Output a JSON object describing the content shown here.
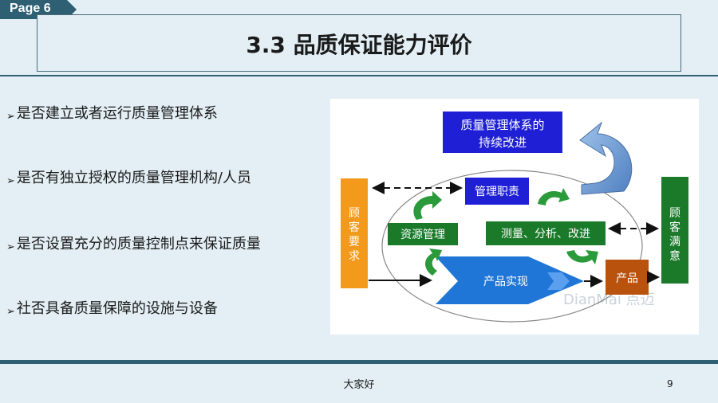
{
  "page_tag": "Page 6",
  "title": "3.3 品质保证能力评价",
  "bullets": [
    "是否建立或者运行质量管理体系",
    "是否有独立授权的质量管理机构/人员",
    "是否设置充分的质量控制点来保证质量",
    "社否具备质量保障的设施与设备"
  ],
  "diagram": {
    "top_box": "质量管理体系的",
    "top_box_line2": "持续改进",
    "customer_req": [
      "顾",
      "客",
      "要",
      "求"
    ],
    "customer_sat": [
      "顾",
      "客",
      "满",
      "意"
    ],
    "mgmt_duty": "管理职责",
    "resource_mgmt": "资源管理",
    "measure": "测量、分析、改进",
    "product_realization": "产品实现",
    "product": "产品",
    "watermark": "DianMai 点迈"
  },
  "footer": {
    "center": "大家好",
    "page_number": "9"
  },
  "colors": {
    "dark_teal": "#2e5f73",
    "blue_box": "#1f1fd6",
    "green_box": "#1a7a2a",
    "orange_box": "#f39a1c",
    "brown_box": "#b8520c"
  }
}
